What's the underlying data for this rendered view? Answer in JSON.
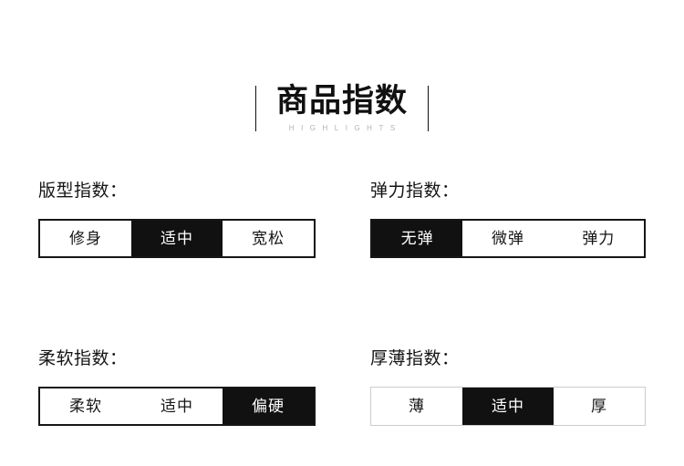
{
  "header": {
    "title": "商品指数",
    "subtitle": "HIGHLIGHTS",
    "left_rule": "vertical-rule",
    "right_rule": "vertical-rule",
    "colors": {
      "title": "#111111",
      "subtitle": "#b3b3b3",
      "rule": "#111111"
    }
  },
  "colors": {
    "background": "#ffffff",
    "selected_fill": "#111111",
    "selected_text": "#ffffff",
    "unselected_text": "#151515",
    "border_dark": "#161616",
    "border_light": "#cccccc"
  },
  "sections": [
    {
      "key": "fit",
      "label": "版型指数：",
      "border_style": "dark",
      "options": [
        {
          "label": "修身",
          "selected": false
        },
        {
          "label": "适中",
          "selected": true
        },
        {
          "label": "宽松",
          "selected": false
        }
      ]
    },
    {
      "key": "elasticity",
      "label": "弹力指数：",
      "border_style": "dark",
      "options": [
        {
          "label": "无弹",
          "selected": true
        },
        {
          "label": "微弹",
          "selected": false
        },
        {
          "label": "弹力",
          "selected": false
        }
      ]
    },
    {
      "key": "softness",
      "label": "柔软指数：",
      "border_style": "dark",
      "options": [
        {
          "label": "柔软",
          "selected": false
        },
        {
          "label": "适中",
          "selected": false
        },
        {
          "label": "偏硬",
          "selected": true
        }
      ]
    },
    {
      "key": "thickness",
      "label": "厚薄指数：",
      "border_style": "light",
      "options": [
        {
          "label": "薄",
          "selected": false
        },
        {
          "label": "适中",
          "selected": true
        },
        {
          "label": "厚",
          "selected": false
        }
      ]
    }
  ]
}
